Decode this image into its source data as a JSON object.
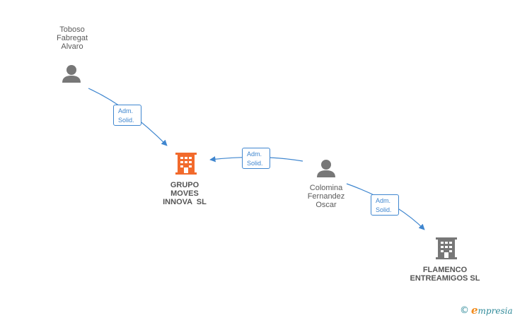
{
  "nodes": {
    "toboso": {
      "lines": [
        "Toboso",
        "Fabregat",
        "Alvaro"
      ],
      "kind": "person"
    },
    "colomina": {
      "lines": [
        "Colomina",
        "Fernandez",
        "Oscar"
      ],
      "kind": "person"
    },
    "grupo": {
      "lines": [
        "GRUPO",
        "MOVES",
        "INNOVA  SL"
      ],
      "kind": "company",
      "highlight": true
    },
    "flamenco": {
      "lines": [
        "FLAMENCO",
        "ENTREAMIGOS SL"
      ],
      "kind": "company",
      "highlight": false
    }
  },
  "edges": [
    {
      "from": "toboso",
      "to": "grupo",
      "label": [
        "Adm.",
        "Solid."
      ]
    },
    {
      "from": "colomina",
      "to": "grupo",
      "label": [
        "Adm.",
        "Solid."
      ]
    },
    {
      "from": "colomina",
      "to": "flamenco",
      "label": [
        "Adm.",
        "Solid."
      ]
    }
  ],
  "colors": {
    "edge": "#3f86cf",
    "person_icon": "#777777",
    "company_highlight": "#f26a2c",
    "company_default": "#777777"
  },
  "footer": {
    "copyright": "©",
    "brand_initial": "e",
    "brand_rest": "mpresia"
  }
}
